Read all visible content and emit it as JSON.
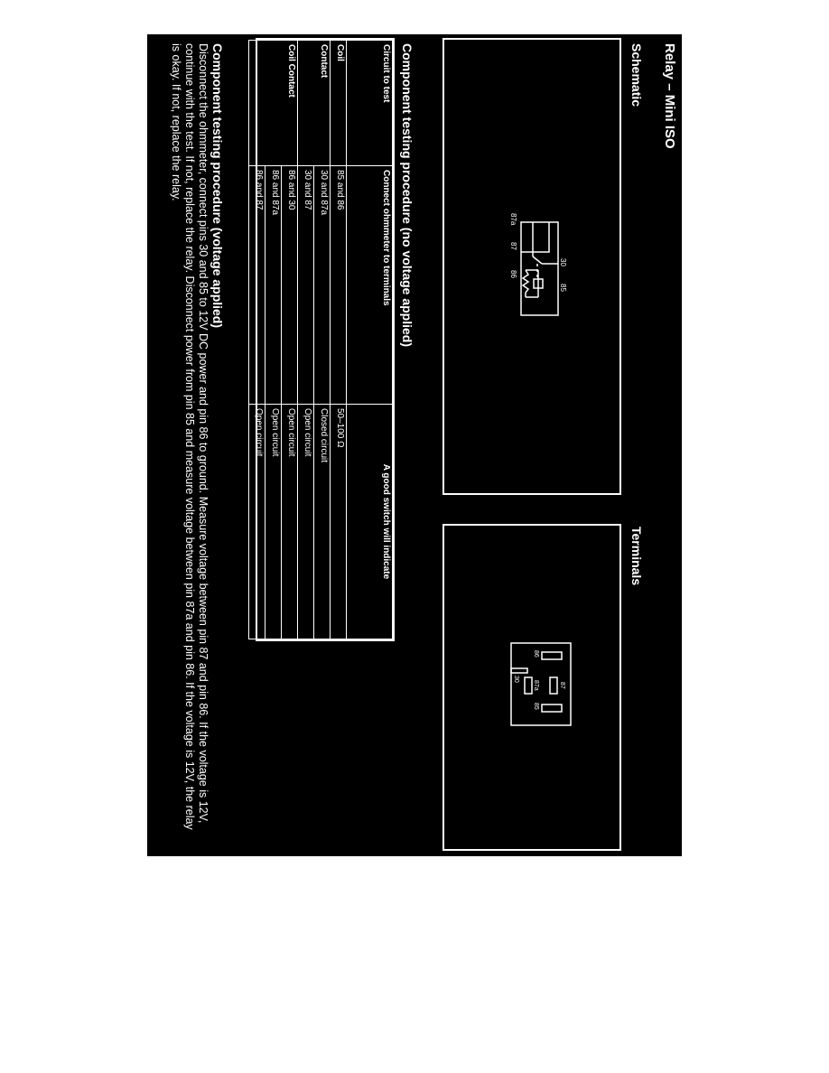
{
  "title": "Relay – Mini ISO",
  "schematic": {
    "heading": "Schematic",
    "labels": {
      "p30": "30",
      "p85": "85",
      "p87a": "87a",
      "p87": "87",
      "p86": "86"
    }
  },
  "terminals": {
    "heading": "Terminals",
    "labels": {
      "p86": "86",
      "p87": "87",
      "p87a": "87a",
      "p30": "30",
      "p85": "85"
    }
  },
  "table_section": {
    "heading": "Component testing procedure (no voltage applied)",
    "headers": [
      "Circuit to test",
      "Connect ohmmeter to terminals",
      "A good switch will indicate"
    ],
    "rows": [
      {
        "circuit": "Coil",
        "terminals": "85 and 86",
        "result": "50–100 Ω"
      },
      {
        "circuit": "Contact",
        "terminals": "30 and 87a",
        "result": "Closed circuit"
      },
      {
        "circuit": "",
        "terminals": "30 and 87",
        "result": "Open circuit"
      },
      {
        "circuit": "Coil Contact",
        "terminals": "86 and 30",
        "result": "Open circuit"
      },
      {
        "circuit": "",
        "terminals": "86 and 87a",
        "result": "Open circuit"
      },
      {
        "circuit": "",
        "terminals": "86 and 87",
        "result": "Open circuit"
      }
    ]
  },
  "voltage_section": {
    "heading": "Component testing procedure (voltage applied)",
    "text": "Disconnect the ohmmeter, connect pins 30 and 85 to 12V DC power and pin 86 to ground. Measure voltage between pin 87 and pin 86. If the voltage is 12V, continue with the test. If not, replace the relay. Disconnect power from pin 85 and measure voltage between pin 87a and pin 86. If the voltage is 12V, the relay is okay. If not, replace the relay."
  }
}
